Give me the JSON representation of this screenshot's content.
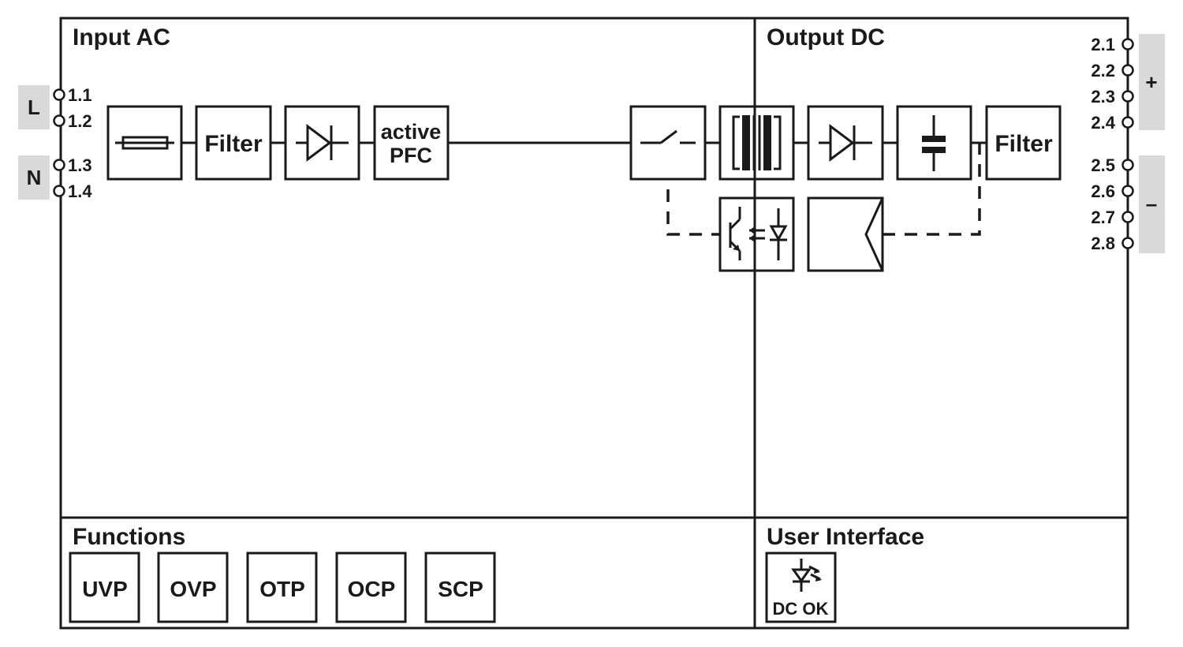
{
  "sections": {
    "input": "Input AC",
    "output": "Output DC",
    "functions": "Functions",
    "user_interface": "User Interface"
  },
  "input_terminals": {
    "L": {
      "label": "L",
      "pins": [
        "1.1",
        "1.2"
      ]
    },
    "N": {
      "label": "N",
      "pins": [
        "1.3",
        "1.4"
      ]
    }
  },
  "output_terminals": {
    "plus": {
      "label": "+",
      "pins": [
        "2.1",
        "2.2",
        "2.3",
        "2.4"
      ]
    },
    "minus": {
      "label": "–",
      "pins": [
        "2.5",
        "2.6",
        "2.7",
        "2.8"
      ]
    }
  },
  "blocks": {
    "input_filter": "Filter",
    "pfc_line1": "active",
    "pfc_line2": "PFC",
    "output_filter": "Filter"
  },
  "functions": [
    "UVP",
    "OVP",
    "OTP",
    "OCP",
    "SCP"
  ],
  "user_interface": {
    "led_label": "DC OK"
  },
  "icons": [
    "fuse-icon",
    "diode-icon",
    "switch-icon",
    "transformer-icon",
    "capacitor-icon",
    "optocoupler-icon",
    "controller-icon",
    "led-icon"
  ],
  "colors": {
    "line": "#1a1a1a",
    "terminal_tab": "#d9d9d9"
  }
}
